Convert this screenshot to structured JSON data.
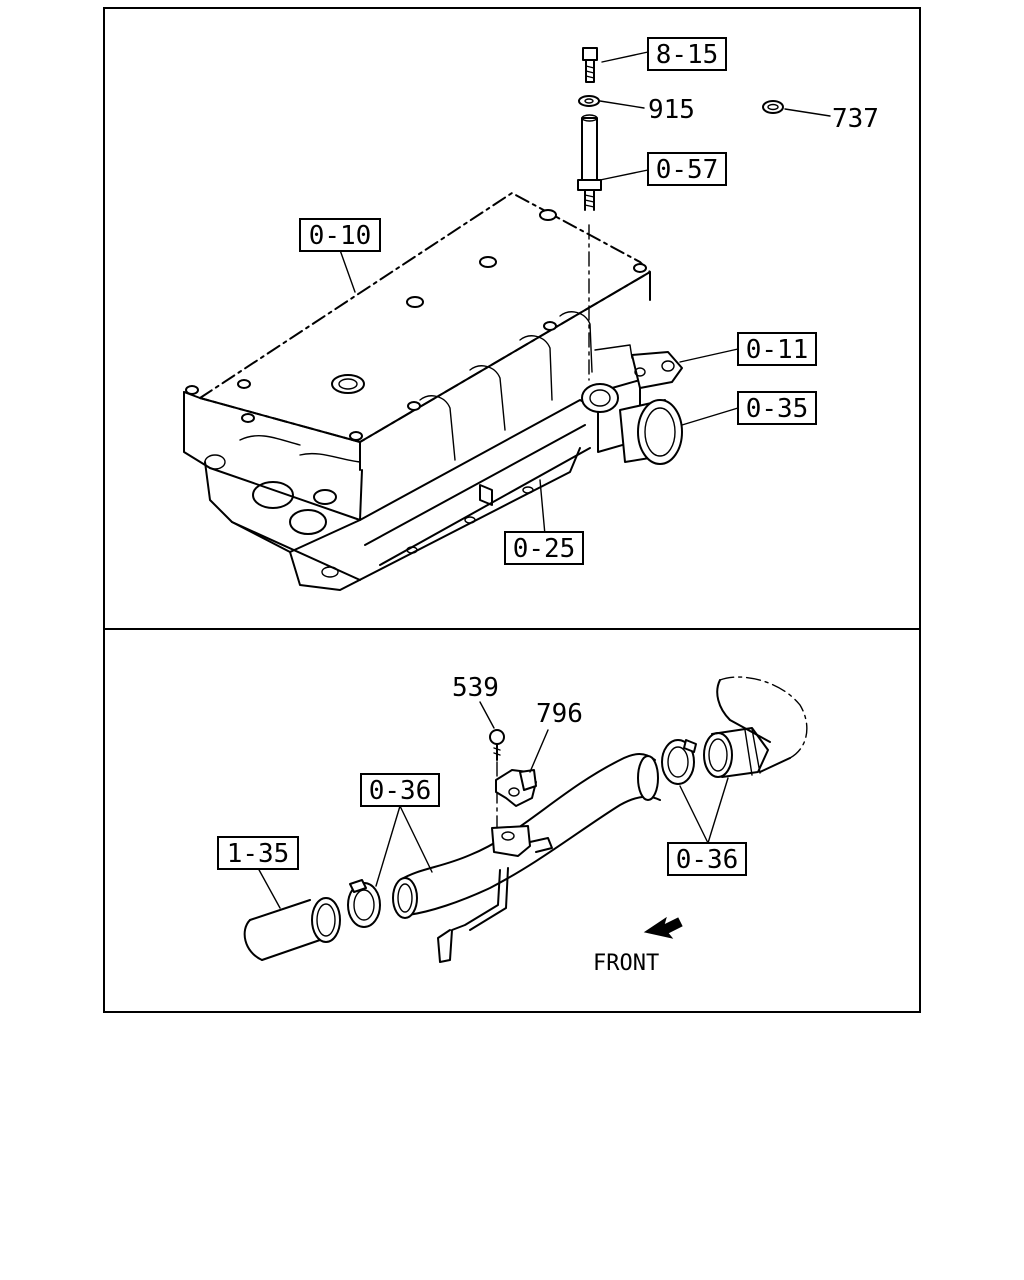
{
  "callouts": {
    "c_8_15": "8-15",
    "c_915": "915",
    "c_737": "737",
    "c_0_57": "0-57",
    "c_0_10": "0-10",
    "c_0_11": "0-11",
    "c_0_35": "0-35",
    "c_0_25": "0-25",
    "c_539": "539",
    "c_796": "796",
    "c_0_36_left": "0-36",
    "c_0_36_right": "0-36",
    "c_1_35": "1-35"
  },
  "direction": {
    "front_label": "FRONT",
    "arrow_icon": "front-arrow-icon"
  },
  "colors": {
    "line": "#000000",
    "background": "#ffffff"
  }
}
